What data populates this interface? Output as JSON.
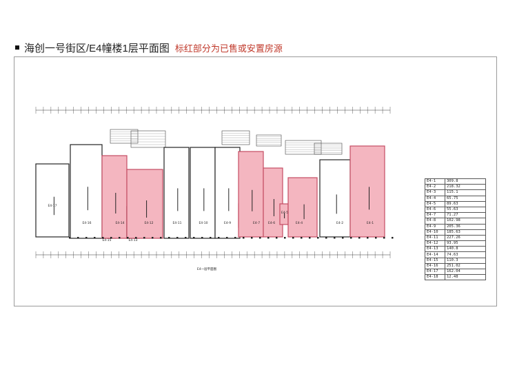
{
  "header": {
    "title": "海创一号街区/E4幢楼1层平面图",
    "note": "标红部分为已售或安置房源"
  },
  "colors": {
    "sold": "#f4b6c0",
    "sold_stroke": "#c44d63",
    "wall": "#222222",
    "note_red": "#c0392b"
  },
  "plan": {
    "caption": "E4一层平面图",
    "units": [
      {
        "id": "E4-17",
        "sold": false
      },
      {
        "id": "E4-16",
        "sold": false
      },
      {
        "id": "E4-15",
        "sold": false
      },
      {
        "id": "E4-14",
        "sold": true
      },
      {
        "id": "E4-13",
        "sold": false
      },
      {
        "id": "E4-12",
        "sold": true
      },
      {
        "id": "E4-11",
        "sold": false
      },
      {
        "id": "E4-10",
        "sold": false
      },
      {
        "id": "E4-9",
        "sold": false
      },
      {
        "id": "E4-8",
        "sold": true
      },
      {
        "id": "E4-7",
        "sold": true
      },
      {
        "id": "E4-6",
        "sold": true
      },
      {
        "id": "E4-5",
        "sold": true
      },
      {
        "id": "E4-4",
        "sold": true
      },
      {
        "id": "E4-2",
        "sold": false
      },
      {
        "id": "E4-1",
        "sold": true
      }
    ]
  },
  "area_table": [
    {
      "unit": "E4-1",
      "area": "309.8"
    },
    {
      "unit": "E4-2",
      "area": "218.32"
    },
    {
      "unit": "E4-3",
      "area": "115.1"
    },
    {
      "unit": "E4-4",
      "area": "65.75"
    },
    {
      "unit": "E4-5",
      "area": "89.63"
    },
    {
      "unit": "E4-6",
      "area": "55.63"
    },
    {
      "unit": "E4-7",
      "area": "71.27"
    },
    {
      "unit": "E4-8",
      "area": "102.98"
    },
    {
      "unit": "E4-9",
      "area": "205.36"
    },
    {
      "unit": "E4-10",
      "area": "185.63"
    },
    {
      "unit": "E4-11",
      "area": "227.26"
    },
    {
      "unit": "E4-12",
      "area": "93.95"
    },
    {
      "unit": "E4-13",
      "area": "140.8"
    },
    {
      "unit": "E4-14",
      "area": "74.63"
    },
    {
      "unit": "E4-15",
      "area": "110.3"
    },
    {
      "unit": "E4-16",
      "area": "251.02"
    },
    {
      "unit": "E4-17",
      "area": "162.04"
    },
    {
      "unit": "E4-18",
      "area": "12.48"
    }
  ]
}
